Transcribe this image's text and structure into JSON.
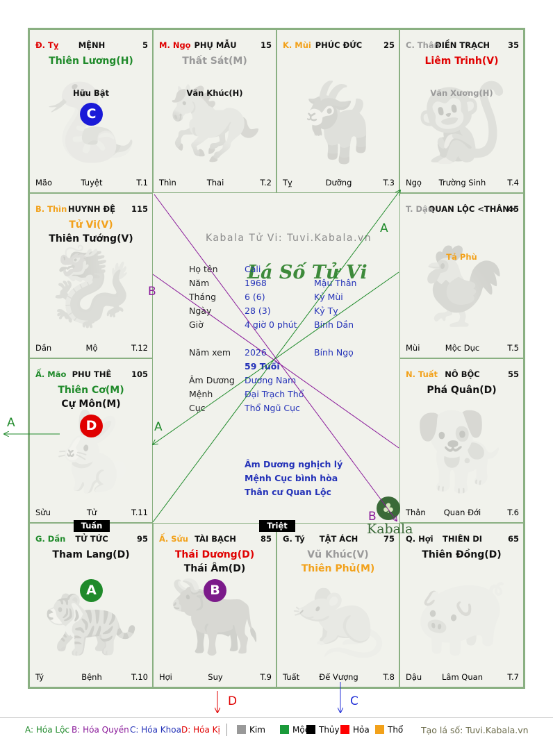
{
  "watermark": "Kabala Tử Vi: Tuvi.Kabala.vn",
  "center_title": "Lá Số Tử Vi",
  "logo_text": "Kabala",
  "colors": {
    "green": "#1f8a2a",
    "red": "#e00000",
    "orange": "#f2a11a",
    "gray": "#999999",
    "blue": "#2432b8",
    "purple": "#7b1a8a"
  },
  "cells": [
    {
      "branch": "Đ. Tỵ",
      "branch_color": "#e00000",
      "house": "MỆNH",
      "num": "5",
      "stars": [
        {
          "t": "Thiên Lương(H)",
          "c": "#1f8a2a"
        }
      ],
      "minor": [
        {
          "t": "Hữu Bật",
          "c": "#111"
        }
      ],
      "b_left": "Mão",
      "b_mid": "Tuyệt",
      "b_right": "T.1",
      "wm": "🐍",
      "circle": {
        "t": "C",
        "bg": "#1a1ad8"
      }
    },
    {
      "branch": "M. Ngọ",
      "branch_color": "#e00000",
      "house": "PHỤ MẪU",
      "num": "15",
      "stars": [
        {
          "t": "Thất Sát(M)",
          "c": "#9a9a9a"
        }
      ],
      "minor": [
        {
          "t": "Văn Khúc(H)",
          "c": "#111"
        }
      ],
      "b_left": "Thìn",
      "b_mid": "Thai",
      "b_right": "T.2",
      "wm": "🐎"
    },
    {
      "branch": "K. Mùi",
      "branch_color": "#f2a11a",
      "house": "PHÚC ĐỨC",
      "num": "25",
      "stars": [],
      "minor": [],
      "b_left": "Tỵ",
      "b_mid": "Dưỡng",
      "b_right": "T.3",
      "wm": "🐐"
    },
    {
      "branch": "C. Thân",
      "branch_color": "#9a9a9a",
      "house": "ĐIỀN TRẠCH",
      "num": "35",
      "stars": [
        {
          "t": "Liêm Trinh(V)",
          "c": "#e00000"
        }
      ],
      "minor": [
        {
          "t": "Văn Xương(H)",
          "c": "#9a9a9a"
        }
      ],
      "b_left": "Ngọ",
      "b_mid": "Trường Sinh",
      "b_right": "T.4",
      "wm": "🐒"
    },
    {
      "branch": "B. Thìn",
      "branch_color": "#f2a11a",
      "house": "HUYNH ĐỆ",
      "num": "115",
      "stars": [
        {
          "t": "Tử Vi(V)",
          "c": "#f2a11a"
        },
        {
          "t": "Thiên Tướng(V)",
          "c": "#111"
        }
      ],
      "minor": [],
      "b_left": "Dần",
      "b_mid": "Mộ",
      "b_right": "T.12",
      "wm": "🐉"
    },
    {
      "branch": "T. Dậu",
      "branch_color": "#9a9a9a",
      "house": "QUAN LỘC <THÂN>",
      "num": "45",
      "stars": [],
      "minor": [
        {
          "t": "Tả Phù",
          "c": "#f2a11a"
        }
      ],
      "b_left": "Mùi",
      "b_mid": "Mộc Dục",
      "b_right": "T.5",
      "wm": "🐓"
    },
    {
      "branch": "Ấ. Mão",
      "branch_color": "#1f8a2a",
      "house": "PHU THÊ",
      "num": "105",
      "stars": [
        {
          "t": "Thiên Cơ(M)",
          "c": "#1f8a2a"
        },
        {
          "t": "Cự Môn(M)",
          "c": "#111"
        }
      ],
      "minor": [],
      "b_left": "Sửu",
      "b_mid": "Tử",
      "b_right": "T.11",
      "wm": "🐇",
      "circle": {
        "t": "D",
        "bg": "#e00000"
      }
    },
    {
      "branch": "N. Tuất",
      "branch_color": "#f2a11a",
      "house": "NÔ BỘC",
      "num": "55",
      "stars": [
        {
          "t": "Phá Quân(D)",
          "c": "#111"
        }
      ],
      "minor": [],
      "b_left": "Thân",
      "b_mid": "Quan Đới",
      "b_right": "T.6",
      "wm": "🐕"
    },
    {
      "branch": "G. Dần",
      "branch_color": "#1f8a2a",
      "house": "TỬ TỨC",
      "num": "95",
      "stars": [
        {
          "t": "Tham Lang(D)",
          "c": "#111"
        }
      ],
      "minor": [],
      "b_left": "Tý",
      "b_mid": "Bệnh",
      "b_right": "T.10",
      "wm": "🐅",
      "circle": {
        "t": "A",
        "bg": "#1f8a2a"
      }
    },
    {
      "branch": "Ấ. Sửu",
      "branch_color": "#f2a11a",
      "house": "TÀI BẠCH",
      "num": "85",
      "stars": [
        {
          "t": "Thái Dương(D)",
          "c": "#e00000"
        },
        {
          "t": "Thái Âm(D)",
          "c": "#111"
        }
      ],
      "minor": [],
      "b_left": "Hợi",
      "b_mid": "Suy",
      "b_right": "T.9",
      "wm": "🐂",
      "circle": {
        "t": "B",
        "bg": "#7b1a8a"
      }
    },
    {
      "branch": "G. Tý",
      "branch_color": "#111111",
      "house": "TẬT ÁCH",
      "num": "75",
      "stars": [
        {
          "t": "Vũ Khúc(V)",
          "c": "#9a9a9a"
        },
        {
          "t": "Thiên Phủ(M)",
          "c": "#f2a11a"
        }
      ],
      "minor": [],
      "b_left": "Tuất",
      "b_mid": "Đế Vượng",
      "b_right": "T.8",
      "wm": "🐀"
    },
    {
      "branch": "Q. Hợi",
      "branch_color": "#111111",
      "house": "THIÊN DI",
      "num": "65",
      "stars": [
        {
          "t": "Thiên Đồng(D)",
          "c": "#111"
        }
      ],
      "minor": [],
      "b_left": "Dậu",
      "b_mid": "Lâm Quan",
      "b_right": "T.7",
      "wm": "🐖"
    }
  ],
  "info_rows": [
    {
      "label": "Họ tên",
      "v1": "Cali",
      "v2": ""
    },
    {
      "label": "Năm",
      "v1": "1968",
      "v2": "Mậu Thân"
    },
    {
      "label": "Tháng",
      "v1": "6  (6)",
      "v2": "Kỷ Mùi"
    },
    {
      "label": "Ngày",
      "v1": "28  (3)",
      "v2": "Kỷ Tỵ"
    },
    {
      "label": "Giờ",
      "v1": "4 giờ 0 phút",
      "v2": "Bính Dần"
    },
    {
      "label": "Năm xem",
      "v1": "2026",
      "v2": "Bính Ngọ"
    },
    {
      "label": "",
      "v1": "59 Tuổi",
      "v2": ""
    },
    {
      "label": "Âm Dương",
      "v1": "Dương Nam",
      "v2": ""
    },
    {
      "label": "Mệnh",
      "v1": "Đại Trạch Thổ",
      "v2": ""
    },
    {
      "label": "Cục",
      "v1": "Thổ Ngũ Cục",
      "v2": ""
    }
  ],
  "notes": [
    "Âm Dương nghịch lý",
    "Mệnh Cục bình hòa",
    "Thân cư Quan Lộc"
  ],
  "tags": {
    "tuan": "Tuần",
    "triet": "Triệt"
  },
  "arrow_labels": {
    "a": "A",
    "b": "B",
    "c": "C",
    "d": "D"
  },
  "legend": {
    "a": "A: Hóa Lộc",
    "b": "B: Hóa Quyền",
    "c": "C: Hóa Khoa",
    "d": "D: Hóa Kị",
    "elements": [
      {
        "name": "Kim",
        "color": "#999999"
      },
      {
        "name": "Mộc",
        "color": "#1a9a3a"
      },
      {
        "name": "Thủy",
        "color": "#000000"
      },
      {
        "name": "Hỏa",
        "color": "#ff0000"
      },
      {
        "name": "Thổ",
        "color": "#f2a11a"
      }
    ],
    "site": "Tạo lá số: Tuvi.Kabala.vn"
  }
}
